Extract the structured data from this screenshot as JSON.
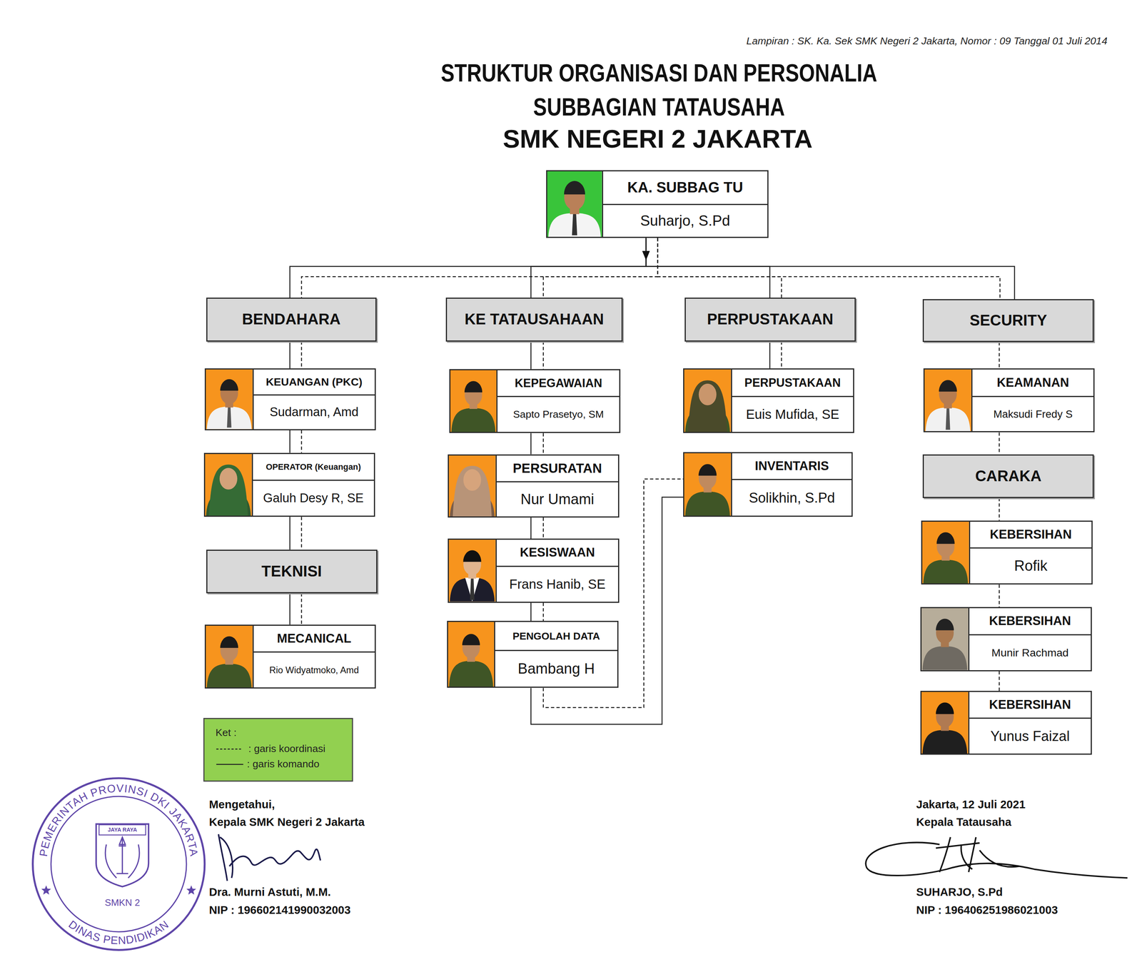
{
  "diagram": {
    "title": "STRUKTUR ORGANISASI DAN PERSONALIA SUBBAGIAN TATAUSAHA",
    "nodes": [
      {
        "text": [
          "KA. SUBBAG TU",
          "Suharjo, S.Pd"
        ]
      },
      {
        "text": [
          "BENDAHARA"
        ]
      },
      {
        "text": [
          "KE TATAUSAHAAN"
        ]
      },
      {
        "text": [
          "PERPUSTAKAAN"
        ]
      },
      {
        "text": [
          "SECURITY"
        ]
      },
      {
        "text": [
          "KEUANGAN (PKC)",
          "Sudarman, Amd"
        ]
      },
      {
        "text": [
          "OPERATOR (Keuangan)",
          "Galuh Desy R, SE"
        ]
      },
      {
        "text": [
          "TEKNISI"
        ]
      },
      {
        "text": [
          "MECANICAL",
          "Rio Widyatmoko, Amd"
        ]
      },
      {
        "text": [
          "KEPEGAWAIAN",
          "Sapto Prasetyo, SM"
        ]
      },
      {
        "text": [
          "PERSURATAN",
          "Nur Umami"
        ]
      },
      {
        "text": [
          "KESISWAAN",
          "Frans Hanib, SE"
        ]
      },
      {
        "text": [
          "PENGOLAH DATA",
          "Bambang H"
        ]
      },
      {
        "text": [
          "PERPUSTAKAAN",
          "Euis Mufida, SE"
        ]
      },
      {
        "text": [
          "INVENTARIS",
          "Solikhin, S.Pd"
        ]
      },
      {
        "text": [
          "KEAMANAN",
          "Maksudi Fredy S"
        ]
      },
      {
        "text": [
          "CARAKA"
        ]
      },
      {
        "text": [
          "KEBERSIHAN",
          "Rofik"
        ]
      },
      {
        "text": [
          "KEBERSIHAN",
          "Munir Rachmad"
        ]
      },
      {
        "text": [
          "KEBERSIHAN",
          "Yunus Faizal"
        ]
      }
    ],
    "edges": [
      {
        "from": 0,
        "to": 1,
        "arrow": "to"
      },
      {
        "from": 0,
        "to": 1,
        "arrow": "none"
      },
      {
        "from": 0,
        "to": 2,
        "arrow": "to"
      },
      {
        "from": 0,
        "to": 2,
        "arrow": "none"
      },
      {
        "from": 0,
        "to": 3,
        "arrow": "to"
      },
      {
        "from": 0,
        "to": 3,
        "arrow": "none"
      },
      {
        "from": 0,
        "to": 4,
        "arrow": "to"
      },
      {
        "from": 0,
        "to": 4,
        "arrow": "none"
      },
      {
        "from": 1,
        "to": 5,
        "arrow": "none"
      },
      {
        "from": 1,
        "to": 5,
        "arrow": "none"
      },
      {
        "from": 5,
        "to": 6,
        "arrow": "none"
      },
      {
        "from": 5,
        "to": 6,
        "arrow": "none"
      },
      {
        "from": 6,
        "to": 7,
        "arrow": "none"
      },
      {
        "from": 6,
        "to": 7,
        "arrow": "none"
      },
      {
        "from": 7,
        "to": 8,
        "arrow": "none"
      },
      {
        "from": 7,
        "to": 8,
        "arrow": "none"
      },
      {
        "from": 2,
        "to": 9,
        "arrow": "none"
      },
      {
        "from": 2,
        "to": 9,
        "arrow": "none"
      },
      {
        "from": 9,
        "to": 10,
        "arrow": "none"
      },
      {
        "from": 9,
        "to": 10,
        "arrow": "none"
      },
      {
        "from": 10,
        "to": 11,
        "arrow": "none"
      },
      {
        "from": 10,
        "to": 11,
        "arrow": "none"
      },
      {
        "from": 11,
        "to": 12,
        "arrow": "none"
      },
      {
        "from": 11,
        "to": 12,
        "arrow": "none"
      },
      {
        "from": 12,
        "to": 14,
        "arrow": "none"
      },
      {
        "from": 12,
        "to": 14,
        "arrow": "none"
      },
      {
        "from": 3,
        "to": 13,
        "arrow": "none"
      },
      {
        "from": 3,
        "to": 13,
        "arrow": "none"
      },
      {
        "from": 4,
        "to": 15,
        "arrow": "none"
      },
      {
        "from": 15,
        "to": 16,
        "arrow": "none"
      },
      {
        "from": 16,
        "to": 17,
        "arrow": "none"
      },
      {
        "from": 17,
        "to": 18,
        "arrow": "none"
      },
      {
        "from": 18,
        "to": 19,
        "arrow": "none"
      }
    ],
    "labels": [
      "Lampiran : SK. Ka. Sek SMK Negeri 2 Jakarta, Nomor : 09 Tanggal 01 Juli 2014",
      "SMK NEGERI 2 JAKARTA",
      "Ket :",
      "Mengetahui,",
      "Kepala SMK Negeri 2 Jakarta",
      "Dra. Murni Astuti, M.M.",
      "NIP : 196602141990032003",
      "Jakarta, 12 Juli 2021",
      "Kepala Tatausaha",
      "SUHARJO, S.Pd",
      "NIP : 196406251986021003",
      "PEMERINTAH PROVINSI DKI JAKARTA",
      "DINAS PENDIDIKAN",
      "JAYA RAYA",
      "SMKN 2"
    ],
    "legend": [
      {
        "text": ": garis koordinasi"
      },
      {
        "text": ": garis komando"
      }
    ]
  }
}
